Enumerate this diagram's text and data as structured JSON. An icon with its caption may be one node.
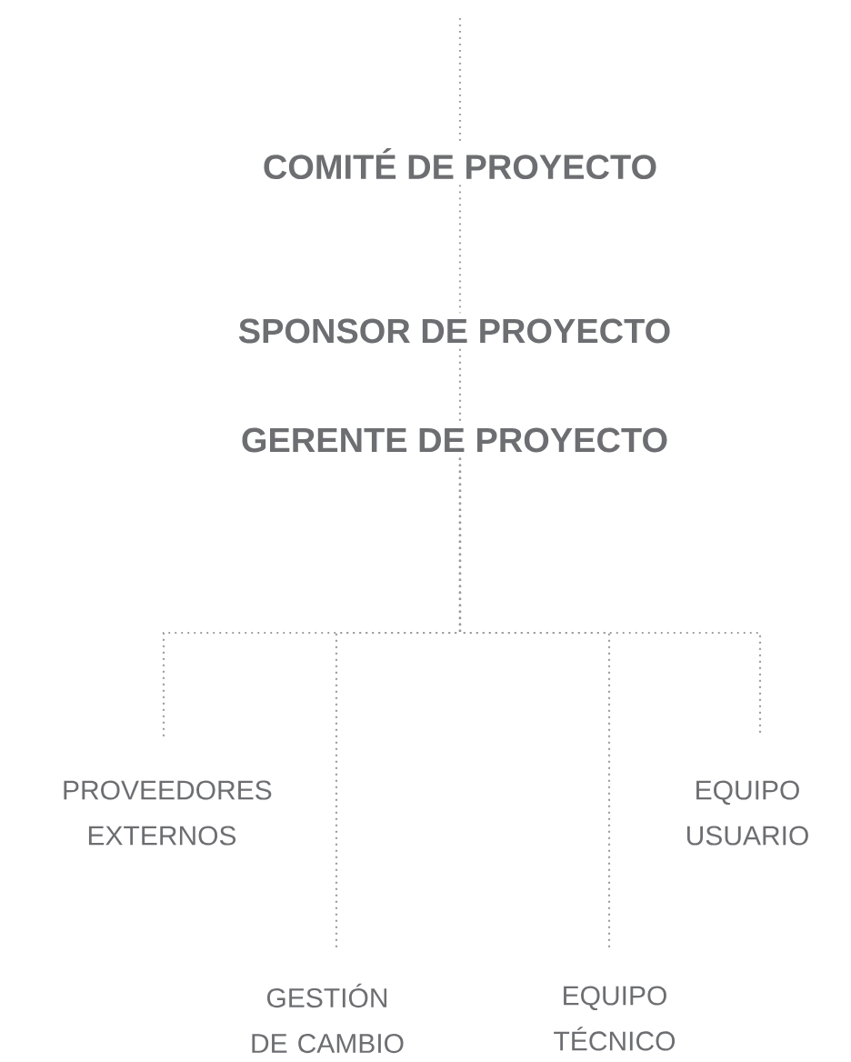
{
  "diagram": {
    "nodes": [
      {
        "text": [
          "COMITÉ DE PROYECTO"
        ]
      },
      {
        "text": [
          "SPONSOR DE PROYECTO"
        ]
      },
      {
        "text": [
          "GERENTE DE PROYECTO"
        ]
      },
      {
        "text": [
          "PROVEEDORES EXTERNOS"
        ]
      },
      {
        "text": [
          "EQUIPO USUARIO"
        ]
      },
      {
        "text": [
          "GESTIÓN DE CAMBIO"
        ]
      },
      {
        "text": [
          "EQUIPO TÉCNICO"
        ]
      }
    ],
    "edges": [
      {
        "from": null,
        "to": 0,
        "arrow": "none",
        "style": "dashed"
      },
      {
        "from": 0,
        "to": 1,
        "arrow": "none",
        "style": "dashed"
      },
      {
        "from": 1,
        "to": 2,
        "arrow": "none",
        "style": "dashed"
      },
      {
        "from": 2,
        "to": 3,
        "arrow": "none",
        "style": "dashed"
      },
      {
        "from": 2,
        "to": 4,
        "arrow": "none",
        "style": "dashed"
      },
      {
        "from": 2,
        "to": 5,
        "arrow": "none",
        "style": "dashed"
      },
      {
        "from": 2,
        "to": 6,
        "arrow": "none",
        "style": "dashed"
      }
    ]
  }
}
